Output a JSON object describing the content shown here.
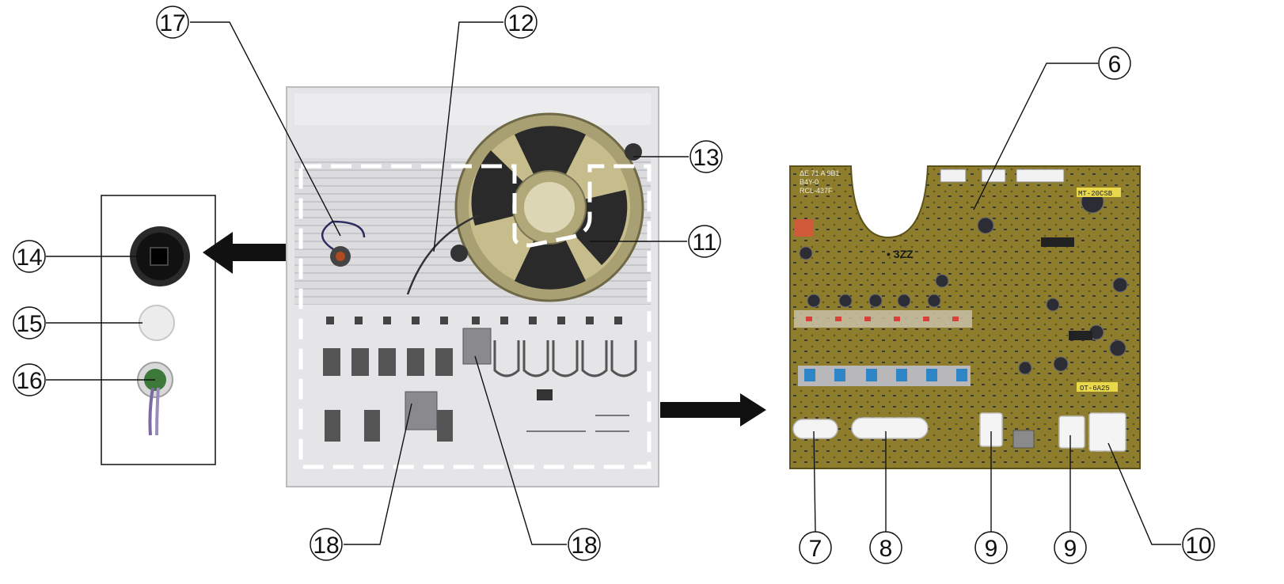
{
  "callouts": [
    {
      "id": "c17",
      "label": "17"
    },
    {
      "id": "c12",
      "label": "12"
    },
    {
      "id": "c13",
      "label": "13"
    },
    {
      "id": "c11",
      "label": "11"
    },
    {
      "id": "c14",
      "label": "14"
    },
    {
      "id": "c15",
      "label": "15"
    },
    {
      "id": "c16",
      "label": "16"
    },
    {
      "id": "c18a",
      "label": "18"
    },
    {
      "id": "c18b",
      "label": "18"
    },
    {
      "id": "c6",
      "label": "6"
    },
    {
      "id": "c7",
      "label": "7"
    },
    {
      "id": "c8",
      "label": "8"
    },
    {
      "id": "c9a",
      "label": "9"
    },
    {
      "id": "c9b",
      "label": "9"
    },
    {
      "id": "c10",
      "label": "10"
    }
  ],
  "board": {
    "silk_top": "ΔE 71 A 9B1",
    "silk_mid": "B4Y-0",
    "silk_part": "RCL-437F",
    "label_3zz": "• 3ZZ",
    "relay_label": "MT-20CSB",
    "part_label_2": "OT-6A25"
  },
  "colors": {
    "pcb": "#8a7a2a",
    "panel": "#e4e4e6",
    "dash": "#ffffff",
    "line": "#111111"
  }
}
